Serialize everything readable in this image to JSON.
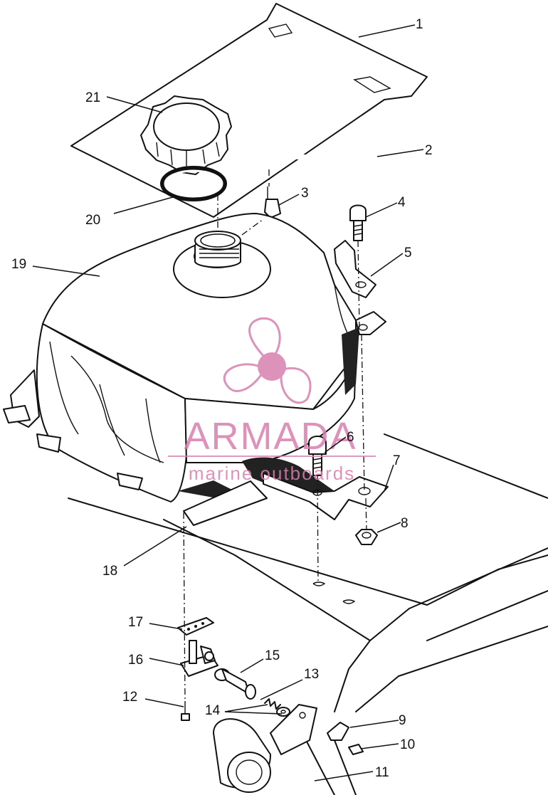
{
  "diagram": {
    "callouts": [
      {
        "id": "1",
        "label": "1"
      },
      {
        "id": "2",
        "label": "2"
      },
      {
        "id": "3",
        "label": "3"
      },
      {
        "id": "4",
        "label": "4"
      },
      {
        "id": "5",
        "label": "5"
      },
      {
        "id": "6",
        "label": "6"
      },
      {
        "id": "7",
        "label": "7"
      },
      {
        "id": "8",
        "label": "8"
      },
      {
        "id": "9",
        "label": "9"
      },
      {
        "id": "10",
        "label": "10"
      },
      {
        "id": "11",
        "label": "11"
      },
      {
        "id": "12",
        "label": "12"
      },
      {
        "id": "13",
        "label": "13"
      },
      {
        "id": "14",
        "label": "14"
      },
      {
        "id": "15",
        "label": "15"
      },
      {
        "id": "16",
        "label": "16"
      },
      {
        "id": "17",
        "label": "17"
      },
      {
        "id": "18",
        "label": "18"
      },
      {
        "id": "19",
        "label": "19"
      },
      {
        "id": "20",
        "label": "20"
      },
      {
        "id": "21",
        "label": "21"
      }
    ]
  },
  "watermark": {
    "brand": "ARMADA",
    "tagline": "marine outboards",
    "color": "#d87fae"
  }
}
